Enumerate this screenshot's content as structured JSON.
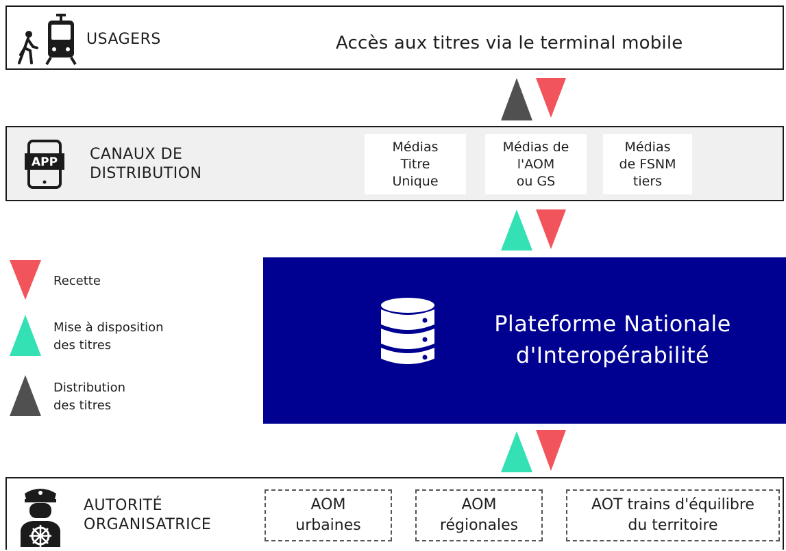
{
  "colors": {
    "recette": "#f2545b",
    "mise_a_disposition": "#34e1b4",
    "distribution": "#505050",
    "platform": "#000091"
  },
  "usagers": {
    "icon": "pedestrian-tram-icon",
    "label": "USAGERS",
    "tagline": "Accès aux titres via le terminal mobile"
  },
  "canaux": {
    "icon": "mobile-app-icon",
    "label": "CANAUX DE\nDISTRIBUTION",
    "medias": [
      "Médias\nTitre\nUnique",
      "Médias de\nl'AOM\nou GS",
      "Médias\nde FSNM\ntiers"
    ]
  },
  "platform": {
    "icon": "database-icon",
    "title": "Plateforme Nationale\nd'Interopérabilité"
  },
  "legend": [
    {
      "marker": "recette",
      "label": "Recette"
    },
    {
      "marker": "mise_a_disposition",
      "label": "Mise à disposition\ndes titres"
    },
    {
      "marker": "distribution",
      "label": "Distribution\ndes titres"
    }
  ],
  "autorite": {
    "icon": "captain-steering-wheel-icon",
    "label": "AUTORITÉ\nORGANISATRICE",
    "entities": [
      "AOM\nurbaines",
      "AOM\nrégionales",
      "AOT trains d'équilibre\ndu territoire"
    ]
  }
}
